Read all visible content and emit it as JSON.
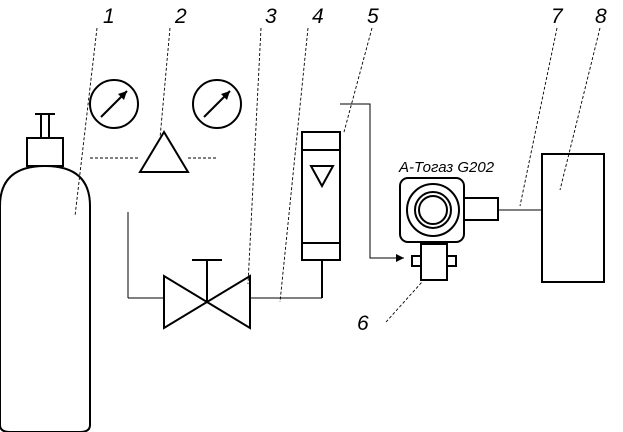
{
  "device_name": "А-Тогаз G202",
  "labels": {
    "l1": "1",
    "l2": "2",
    "l3": "3",
    "l4": "4",
    "l5": "5",
    "l6": "6",
    "l7": "7",
    "l8": "8"
  }
}
